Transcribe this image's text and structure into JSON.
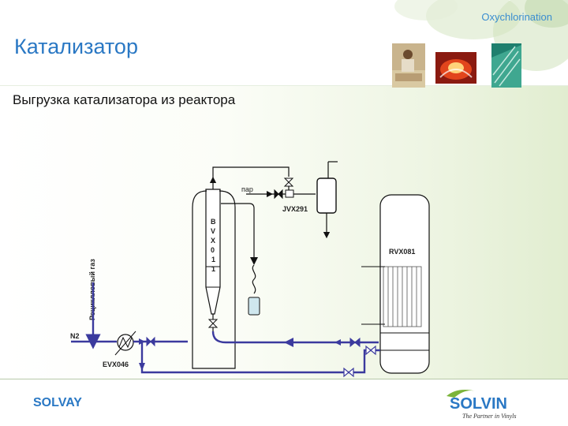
{
  "header": {
    "brand": "Oxychlorination",
    "title": "Катализатор",
    "subtitle": "Выгрузка катализатора из реактора"
  },
  "diagram": {
    "cyclone_label_letters": [
      "B",
      "V",
      "X",
      "0",
      "1",
      "1"
    ],
    "steam_label": "пар",
    "valve_label": "JVX291",
    "reactor_label": "RVX081",
    "recycle_gas_label": "Рециклловый газ",
    "n2_label": "N2",
    "exchanger_label": "EVX046"
  },
  "footer": {
    "left_logo": "SOLVAY",
    "right_logo": "SOLVIN",
    "right_tagline": "The Partner in Vinyls"
  },
  "colors": {
    "title_blue": "#2a78c4",
    "pipe_blue": "#3b3a9e",
    "line_black": "#111111"
  },
  "icons": [
    "photo-child-icon",
    "photo-furnace-icon",
    "photo-sheet-icon",
    "solvin-swoosh-icon"
  ]
}
